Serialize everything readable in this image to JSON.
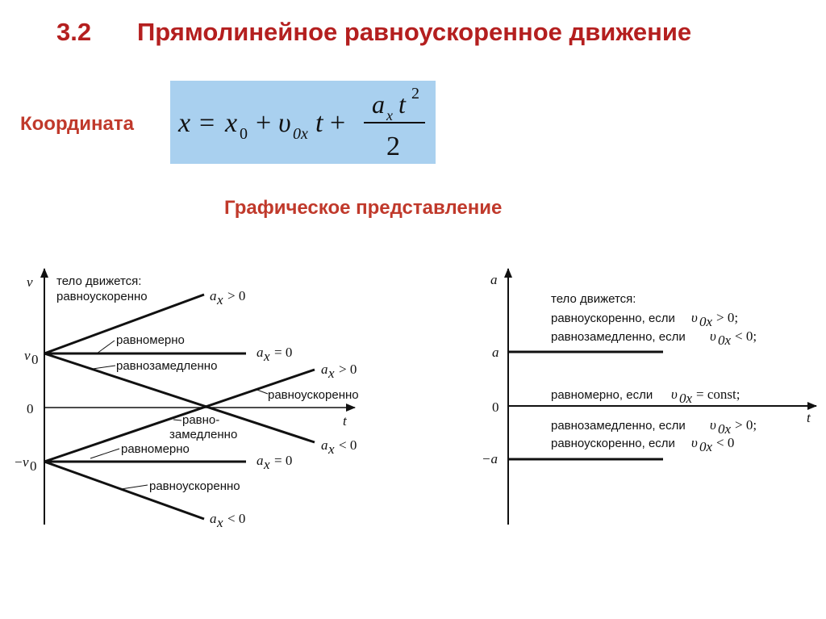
{
  "slide": {
    "number": "3.2",
    "title": "Прямолинейное равноускоренное движение",
    "coordinate_label": "Координата",
    "graph_heading": "Графическое представление"
  },
  "formula": {
    "lhs": "x",
    "equals": "=",
    "x0": "x",
    "x0_sub": "0",
    "plus1": "+",
    "v": "υ",
    "v_sub": "0x",
    "t": "t",
    "plus2": "+",
    "num_a": "a",
    "num_a_sub": "x",
    "num_t": "t",
    "num_exp": "2",
    "den": "2"
  },
  "velocity_graph": {
    "axis_y": "v",
    "axis_t": "t",
    "tick_v0": "v",
    "tick_v0_sub": "0",
    "tick_zero": "0",
    "tick_neg_v0_minus": "−",
    "tick_neg_v0": "v",
    "tick_neg_v0_sub": "0",
    "body_moves": "тело движется:",
    "uniformly_accelerated_top": "равноускоренно",
    "uniform_top": "равномерно",
    "uniformly_decelerated_top": "равнозамедленно",
    "uniformly_accelerated_mid": "равноускоренно",
    "decelerated_mid_1": "равно-",
    "decelerated_mid_2": "замедленно",
    "uniform_bottom": "равномерно",
    "uniformly_accelerated_bottom": "равноускоренно",
    "ax": "a",
    "ax_sub": "x",
    "gt0": "> 0",
    "eq0": "= 0",
    "lt0": "< 0"
  },
  "acceleration_graph": {
    "axis_y": "a",
    "axis_t": "t",
    "tick_a": "a",
    "tick_zero": "0",
    "tick_neg_a": "−a",
    "body_moves": "тело движется:",
    "line1_text": "равноускоренно, если",
    "line2_text": "равнозамедленно, если",
    "line3_text": "равномерно, если",
    "line4_text": "равнозамедленно, если",
    "line5_text": "равноускоренно, если",
    "v": "υ",
    "v_sub": "0x",
    "gt0": "> 0;",
    "lt0": "< 0;",
    "const": "= const;",
    "gt0_plain": "> 0;",
    "lt0_end": "< 0"
  },
  "colors": {
    "title": "#b41f1f",
    "labels": "#c0392b",
    "formula_bg": "#a9d0ef",
    "ink": "#111111"
  }
}
